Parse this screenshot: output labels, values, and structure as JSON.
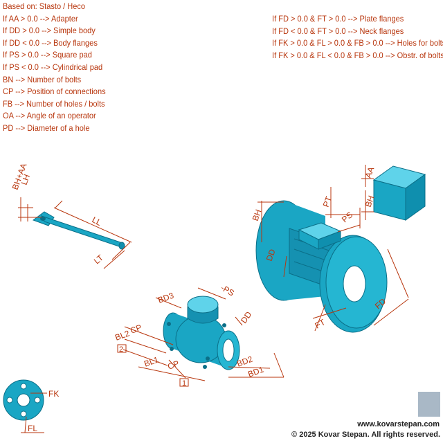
{
  "legend_left": [
    "Based on: Stasto / Heco",
    "If AA > 0.0 --> Adapter",
    "If DD > 0.0 --> Simple body",
    "If DD < 0.0 --> Body flanges",
    "If PS > 0.0 --> Square pad",
    "If PS < 0.0 --> Cylindrical pad",
    "BN --> Number of bolts",
    "CP --> Position of connections",
    "FB --> Number of holes / bolts",
    "OA --> Angle of an operator",
    "PD --> Diameter of a hole"
  ],
  "legend_right": [
    "If FD > 0.0 & FT > 0.0 --> Plate flanges",
    "If FD < 0.0 & FT > 0.0 --> Neck flanges",
    "If FK > 0.0 & FL > 0.0 & FB > 0.0 --> Holes for bolts",
    "If FK > 0.0 & FL < 0.0 & FB > 0.0 --> Obstr. of bolts"
  ],
  "dims": {
    "bh_aa": "BH+AA",
    "lh": "LH",
    "ll": "LL",
    "lt": "LT",
    "aa": "AA",
    "bh_adapter": "BH",
    "bh_flange": "BH",
    "pt": "PT",
    "ps_flange": "PS",
    "dd_flange": "DD",
    "fd": "FD",
    "ft": "FT",
    "bd3": "BD3",
    "ps_simple": "-PS",
    "dd_simple": "DD",
    "cp_top": "CP",
    "bl2": "BL2",
    "n2": "2",
    "bl1": "BL1",
    "cp_bottom": "CP",
    "n1": "1",
    "bd2": "BD2",
    "bd1": "BD1",
    "fk": "FK",
    "fl": "FL"
  },
  "footer": {
    "website": "www.kovarstepan.com",
    "copyright": "© 2025 Kovar Stepan. All rights reserved."
  },
  "colors": {
    "part": "#1aa6c4",
    "part_dark": "#0b6f88",
    "dimension": "#b8360d"
  }
}
